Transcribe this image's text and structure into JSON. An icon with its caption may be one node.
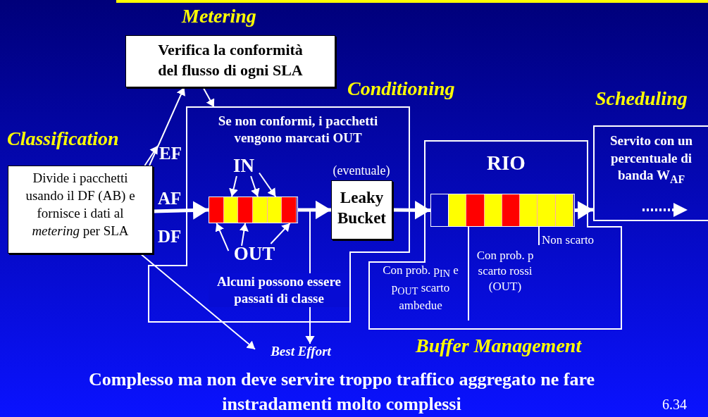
{
  "diagram": {
    "caption": "Complesso ma non deve servire troppo traffico aggregato ne fare instradamenti molto complessi",
    "nodes": [
      {
        "text": [
          "Verifica la conformità del flusso di ogni SLA"
        ]
      },
      {
        "text": [
          "Divide i pacchetti usando il  DF (AB) e  fornisce i dati al *metering* per SLA"
        ]
      },
      {
        "text": [
          "Se non conformi, i pacchetti vengono marcati OUT",
          "Alcuni possono essere passati di classe"
        ]
      },
      {
        "text": [],
        "shape": "bar",
        "in": 2
      },
      {
        "text": [
          "Leaky Bucket"
        ],
        "beside": [
          "(eventuale)"
        ],
        "in": 2
      },
      {
        "text": [
          "RIO",
          "Con prob. p$_{IN}$ e p$_{OUT}$ scarto ambedue",
          "Con prob. p scarto rossi (OUT)",
          "Non scarto"
        ]
      },
      {
        "text": [],
        "shape": "bar",
        "in": 5
      },
      {
        "text": [
          "Servito con un percentuale di banda W$_{AF}$"
        ]
      },
      {
        "text": [
          "Best Effort"
        ]
      },
      {
        "text": [
          "IN"
        ],
        "in": 2
      },
      {
        "text": [
          "OUT"
        ],
        "in": 2
      }
    ],
    "edges": [
      {
        "from": 1,
        "to": 0,
        "arrow": "to"
      },
      {
        "from": 0,
        "to": 2,
        "arrow": "to"
      },
      {
        "from": 1,
        "to": null,
        "arrow": "to",
        "label": "EF"
      },
      {
        "from": 1,
        "to": 3,
        "arrow": "to",
        "label": "AF",
        "style": "thick"
      },
      {
        "from": 1,
        "to": 8,
        "arrow": "to",
        "label": "DF"
      },
      {
        "from": 9,
        "to": 3,
        "arrow": "to"
      },
      {
        "from": 9,
        "to": 3,
        "arrow": "to"
      },
      {
        "from": 9,
        "to": 3,
        "arrow": "to"
      },
      {
        "from": 10,
        "to": 3,
        "arrow": "to"
      },
      {
        "from": 10,
        "to": 3,
        "arrow": "to"
      },
      {
        "from": 10,
        "to": 3,
        "arrow": "to"
      },
      {
        "from": 3,
        "to": 4,
        "arrow": "to",
        "style": "thick"
      },
      {
        "from": 3,
        "to": 8,
        "arrow": "to"
      },
      {
        "from": 4,
        "to": 6,
        "arrow": "to",
        "style": "thick"
      },
      {
        "from": 6,
        "to": 7,
        "arrow": "to",
        "style": "thick"
      }
    ],
    "labels": [
      "Metering",
      "Conditioning",
      "Scheduling",
      "Classification",
      "Buffer Management",
      "6.34"
    ]
  }
}
